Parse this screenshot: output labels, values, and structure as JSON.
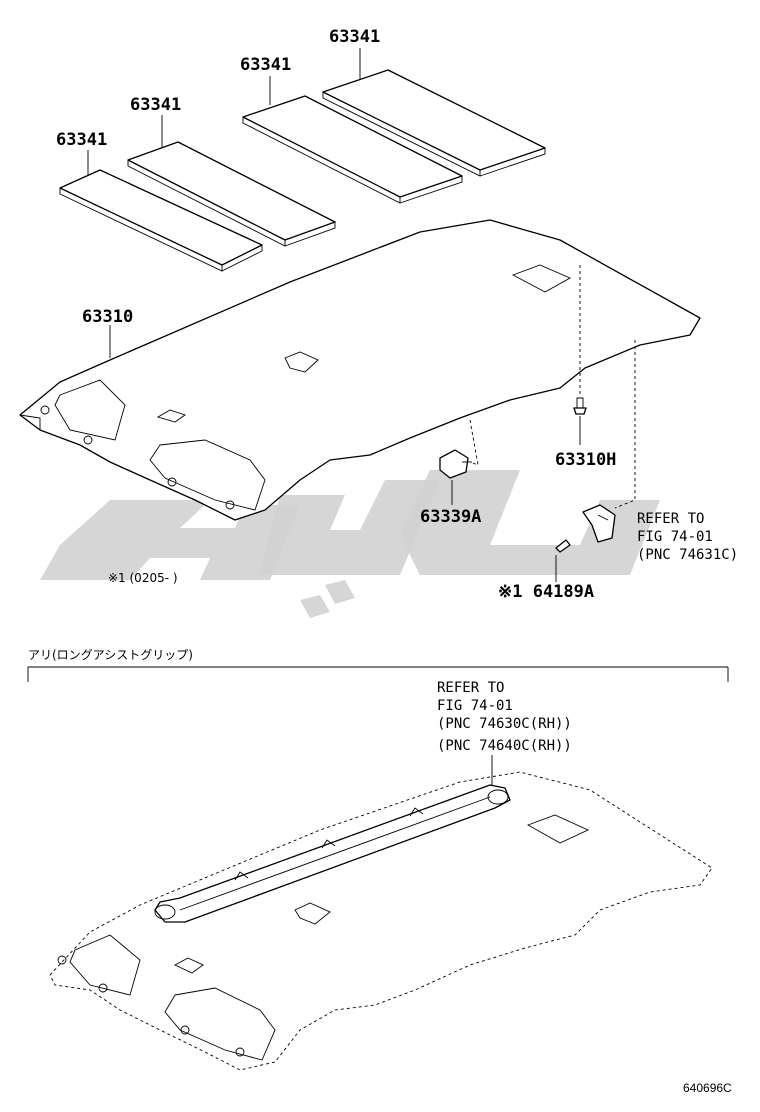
{
  "labels": {
    "pad1": "63341",
    "pad2": "63341",
    "pad3": "63341",
    "pad4": "63341",
    "headliner": "63310",
    "clip": "63310H",
    "lamp": "63339A",
    "screw": "※1 64189A",
    "ref_top_1": "REFER TO",
    "ref_top_2": "FIG 74-01",
    "ref_top_3": "(PNC 74631C)",
    "note_date": "※1 (0205-   )",
    "variant_title": "アリ(ロングアシストグリップ)",
    "ref_bot_1": "REFER TO",
    "ref_bot_2": "FIG 74-01",
    "ref_bot_3": "(PNC 74630C(RH))",
    "ref_bot_4": "(PNC 74640C(RH))",
    "figure_code": "640696C"
  },
  "colors": {
    "line": "#000000",
    "watermark": "#d2d2d2",
    "background": "#ffffff"
  }
}
